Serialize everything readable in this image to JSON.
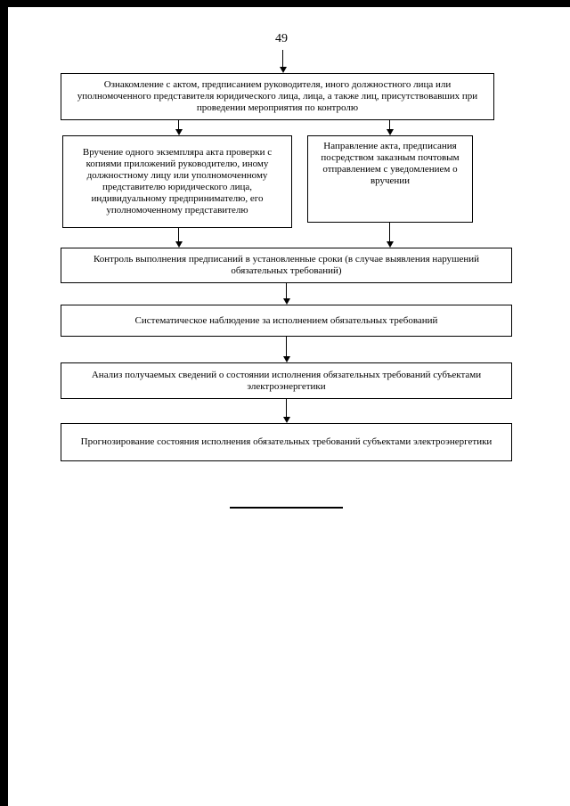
{
  "page": {
    "number": "49"
  },
  "flowchart": {
    "boxes": {
      "acquaintance": "Ознакомление с актом, предписанием руководителя, иного должностного лица или уполномоченного представителя юридического лица, лица, а также лиц, присутствовавших при проведении мероприятия по контролю",
      "delivery": "Вручение одного экземпляра акта проверки с копиями приложений руководителю, иному должностному лицу или уполномоченному представителю юридического лица, индивидуальному предпринимателю, его уполномоченному представителю",
      "mailing": "Направление акта, предписания посредством заказным почтовым отправлением с уведомлением о вручении",
      "control": "Контроль выполнения предписаний в установленные сроки (в случае выявления нарушений обязательных требований)",
      "observation": "Систематическое наблюдение за исполнением обязательных требований",
      "analysis": "Анализ получаемых сведений о состоянии исполнения обязательных требований субъектами электроэнергетики",
      "forecast": "Прогнозирование состояния исполнения обязательных требований субъектами электроэнергетики"
    }
  }
}
